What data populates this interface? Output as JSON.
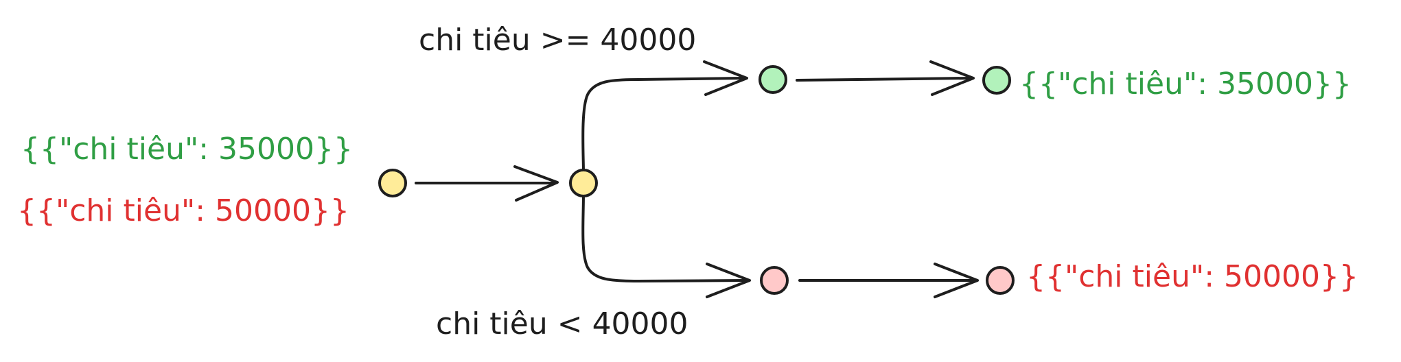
{
  "colors": {
    "ink": "#1e1e1e",
    "green_text": "#2f9e44",
    "red_text": "#e03131",
    "yellow_node": "#ffec99",
    "green_node": "#b2f2bb",
    "red_node": "#ffc9c9"
  },
  "inputs": [
    {
      "text": "{{\"chi tiêu\": 35000}}",
      "color": "green"
    },
    {
      "text": "{{\"chi tiêu\": 50000}}",
      "color": "red"
    }
  ],
  "conditions": {
    "upper": "chi tiêu >= 40000",
    "lower": "chi tiêu < 40000"
  },
  "outputs": {
    "upper": {
      "text": "{{\"chi tiêu\": 35000}}",
      "color": "green"
    },
    "lower": {
      "text": "{{\"chi tiêu\": 50000}}",
      "color": "red"
    }
  }
}
